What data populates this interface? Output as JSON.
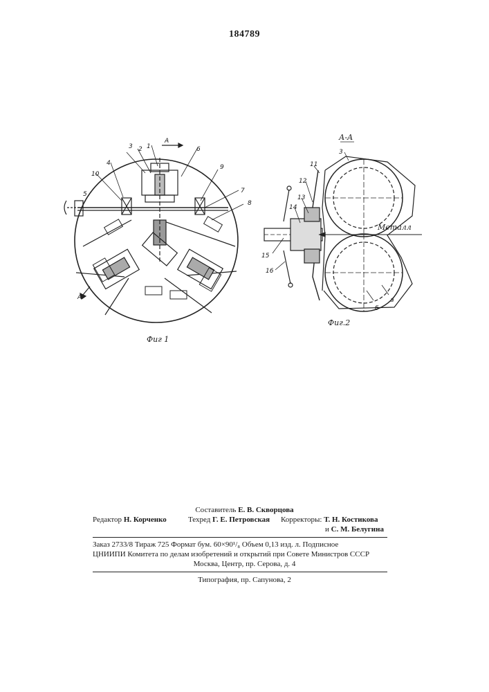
{
  "patent_number": "184789",
  "figure1": {
    "caption": "Фиг 1",
    "section_marker": "А",
    "part_numbers": [
      "1",
      "2",
      "3",
      "4",
      "5",
      "6",
      "7",
      "8",
      "9",
      "10"
    ]
  },
  "figure2": {
    "caption": "Фиг.2",
    "section_title": "А-А",
    "material_label": "Металл",
    "part_numbers": [
      "3",
      "11",
      "12",
      "13",
      "14",
      "15",
      "16",
      "а",
      "б"
    ]
  },
  "credits": {
    "compiler_role": "Составитель",
    "compiler_name": "Е. В. Скворцова",
    "editor_role": "Редактор",
    "editor_name": "Н. Корченко",
    "techred_role": "Техред",
    "techred_name": "Г. Е. Петровская",
    "correctors_role": "Корректоры:",
    "corrector1": "Т. Н. Костикова",
    "corrector2_prefix": "и",
    "corrector2": "С. М. Белугина"
  },
  "imprint": {
    "line1": "Заказ 2733/8   Тираж 725   Формат бум. 60×90¹/₈   Объем 0,13 изд. л.   Подписное",
    "line2": "ЦНИИПИ Комитета по делам изобретений и открытий при Совете Министров СССР",
    "line3": "Москва, Центр, пр. Серова, д. 4",
    "printer": "Типография, пр. Сапунова, 2"
  }
}
